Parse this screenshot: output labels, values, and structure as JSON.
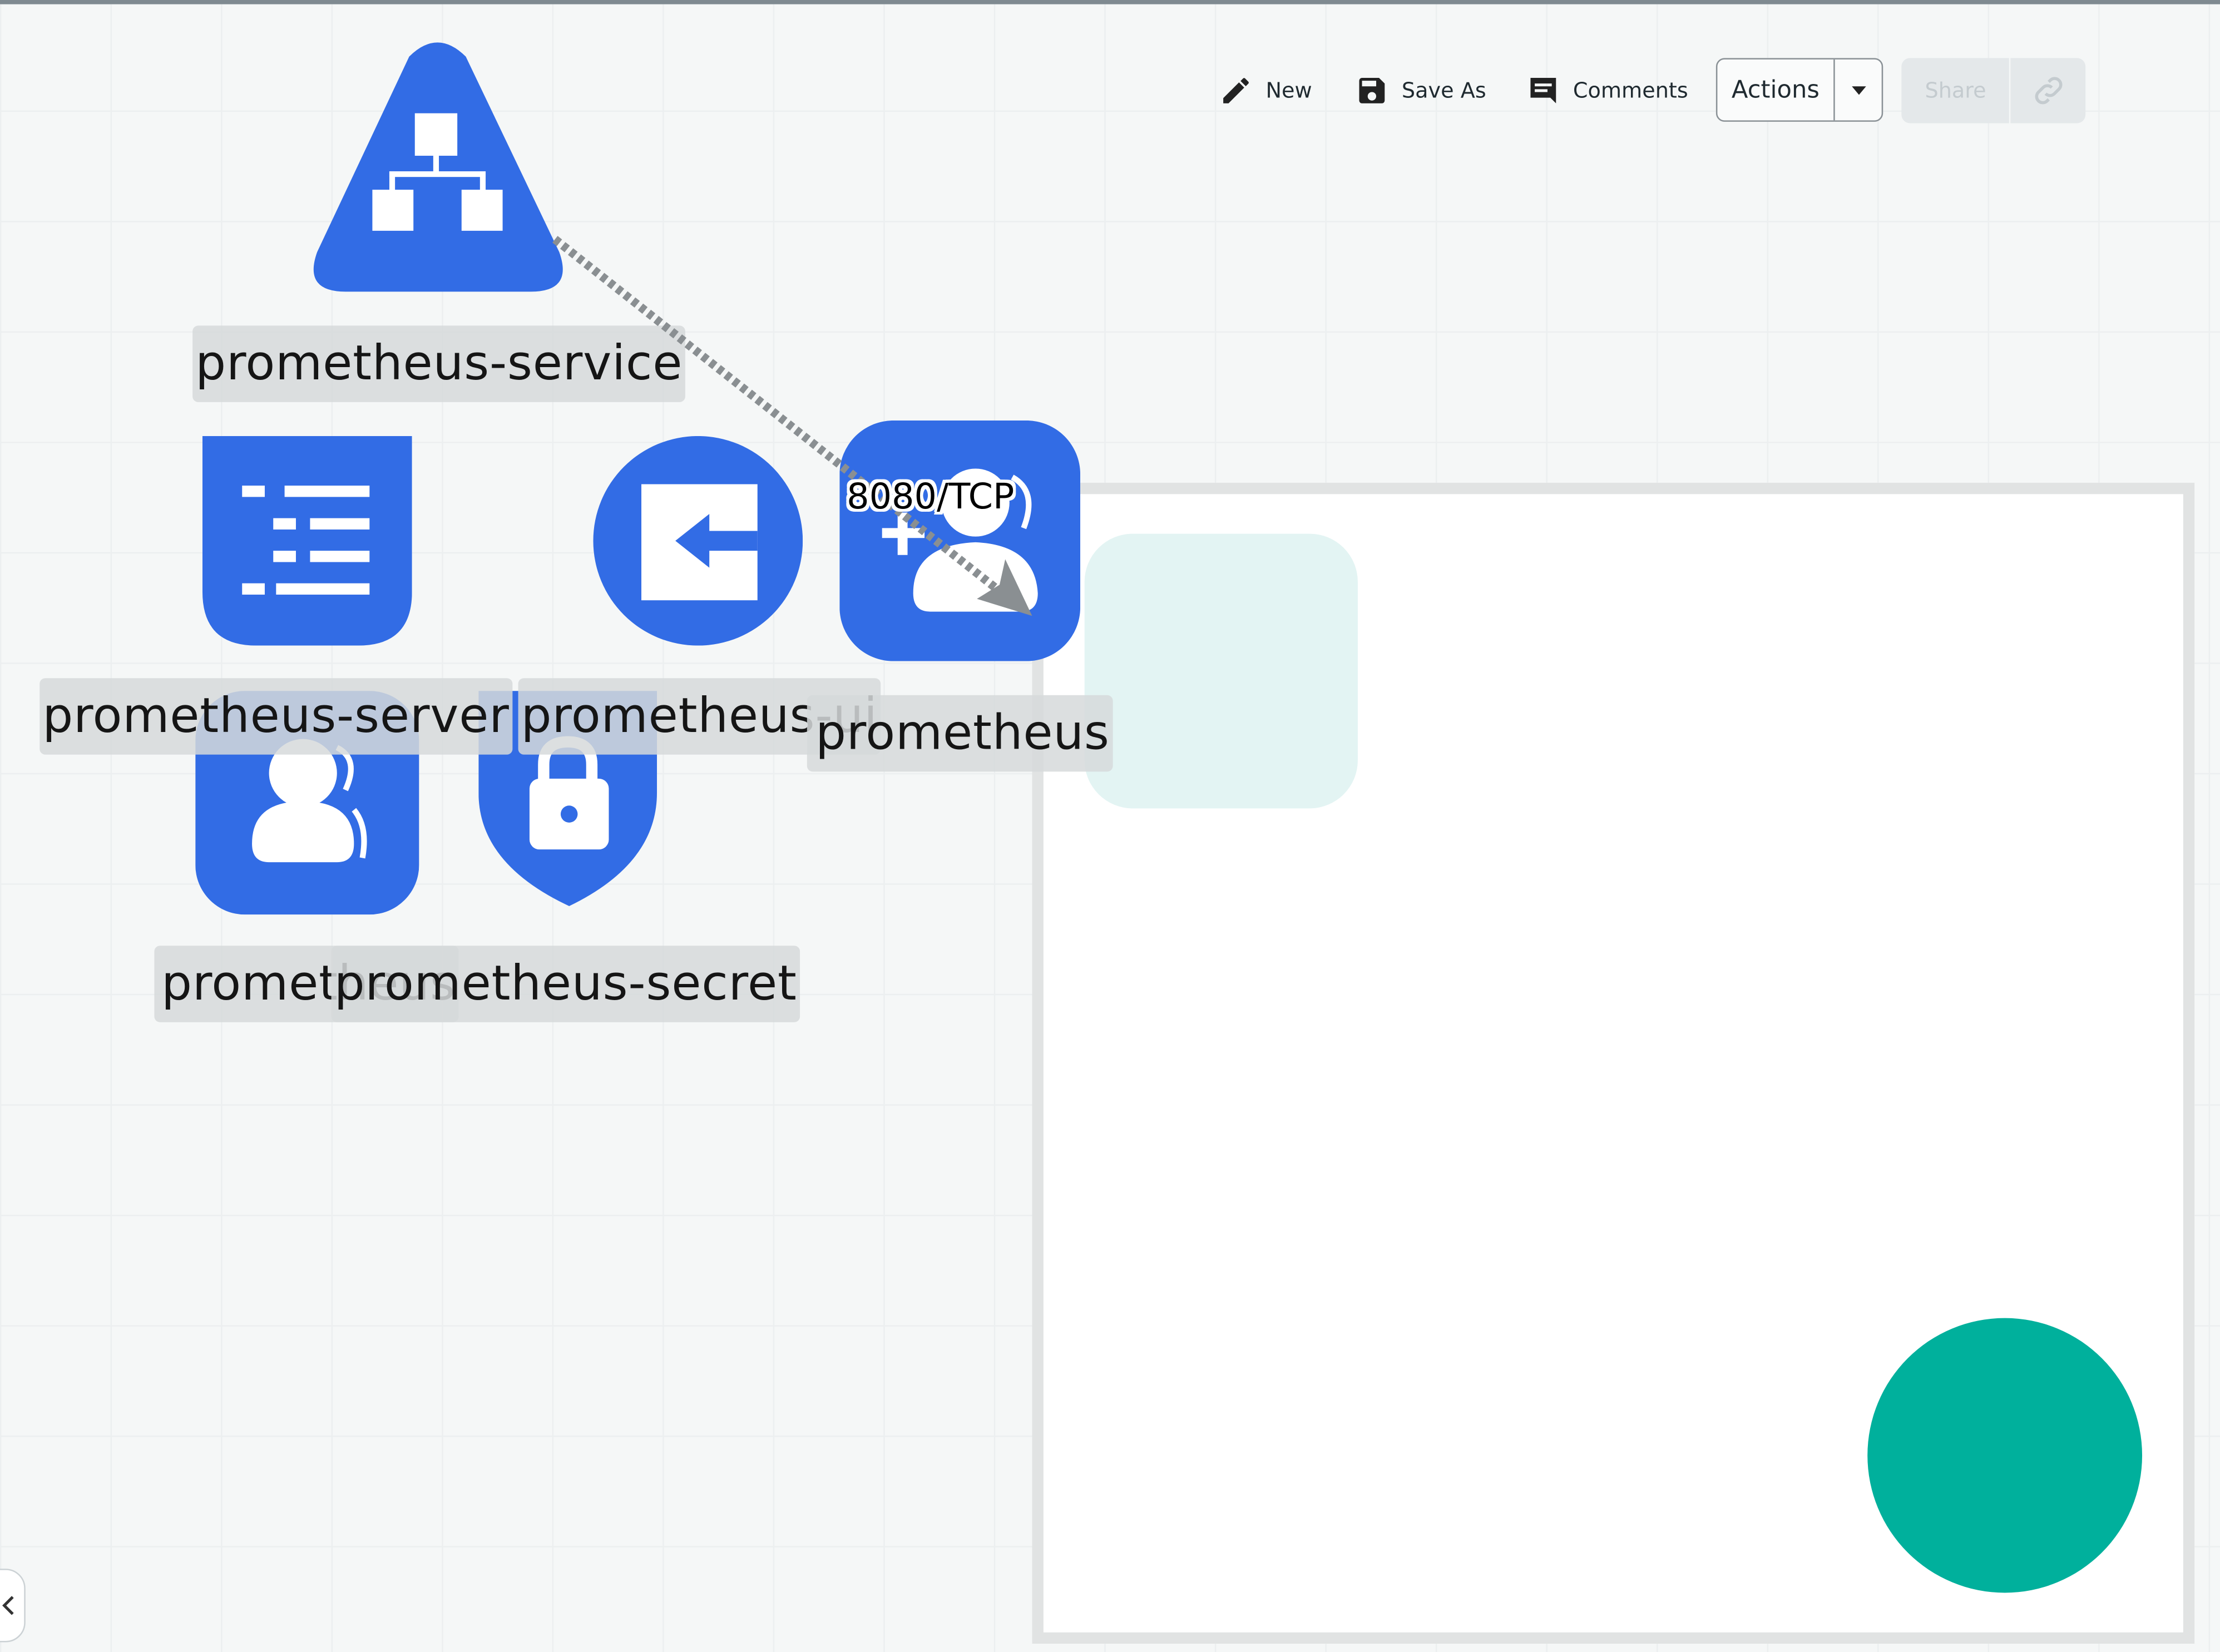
{
  "toolbar": {
    "new_label": "New",
    "save_as_label": "Save As",
    "comments_label": "Comments",
    "actions_label": "Actions",
    "share_label": "Share"
  },
  "nodes": {
    "service": "prometheus-service",
    "server": "prometheus-server",
    "ui": "prometheus-ui",
    "deployment": "prometheus",
    "service_account": "prometheus",
    "secret": "prometheus-secret"
  },
  "edge": {
    "label": "8080/TCP"
  },
  "colors": {
    "primary": "#326ce5",
    "teal_circle": "#00b09c",
    "light_teal": "#e3f4f3",
    "container_border": "#e1e3e3"
  },
  "icons": [
    "pencil-icon",
    "save-icon",
    "comment-icon",
    "caret-down-icon",
    "link-icon",
    "network-icon",
    "list-icon",
    "ingress-icon",
    "user-add-icon",
    "user-icon",
    "lock-shield-icon",
    "chevron-left-icon"
  ]
}
